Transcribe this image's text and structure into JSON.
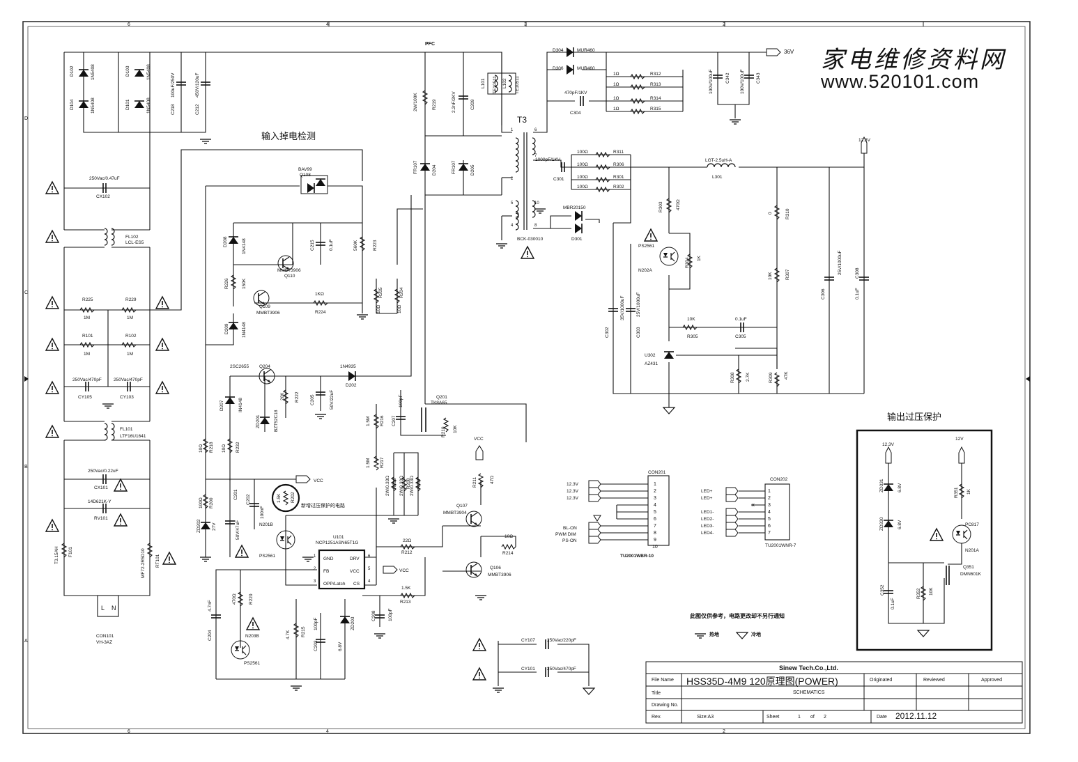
{
  "watermark": {
    "title": "家电维修资料网",
    "url": "www.520101.com"
  },
  "grid": {
    "top_cols": [
      "6",
      "4",
      "3",
      "2"
    ],
    "bottom_cols": [
      "6",
      "4",
      "2"
    ],
    "left_rows": [
      "D",
      "C",
      "B",
      "A"
    ]
  },
  "headings": {
    "input_detect": "输入掉电检测",
    "ovp": "输出过压保护",
    "ovp_note": "新增过压保护的电路",
    "note": "此图仅供参考，电路更改却不另行通知",
    "gnd_hot": "热地",
    "gnd_cold": "冷地"
  },
  "nets": {
    "pfc": "PFC",
    "v36": "36V",
    "v123": "12.3V",
    "v12": "12V",
    "vcc": "VCC",
    "t3": "T3",
    "t3_part": "BCK-030010"
  },
  "labels": {
    "d102": "D102",
    "d102v": "1N5408",
    "d103": "D103",
    "d103v": "1N5408",
    "d104": "D104",
    "d104v": "1N5408",
    "d101": "D101",
    "d101v": "1N5408",
    "c218": "C218",
    "c218v": "100uF/250V",
    "c212": "C212",
    "c212v": "450V/120uF",
    "cx102v": "250Vac/0.47uF",
    "cx102": "CX102",
    "fl102": "FL102",
    "fl102v": "LCL-ES5",
    "r225": "R225",
    "r225v": "1M",
    "r229": "R229",
    "r229v": "1M",
    "r101": "R101",
    "r101v": "1M",
    "r102": "R102",
    "r102v": "1M",
    "cy105v": "250Vac/470pF",
    "cy105": "CY105",
    "cy103v": "250Vac/470pF",
    "cy103": "CY103",
    "fl101": "FL101",
    "fl101v": "LTF16U1641",
    "cx101v": "250Vac/0.22uF",
    "cx101": "CX101",
    "rv101v": "14D621K-Y",
    "rv101": "RV101",
    "f101v": "T3.15AH",
    "f101": "F101",
    "rt101v": "MF72-2R5D10",
    "rt101": "RT101",
    "con101": "CON101",
    "con101v": "VH-3AZ",
    "con101_l": "L",
    "con101_n": "N",
    "bav99": "BAV99",
    "q108": "Q108",
    "d208": "D208",
    "d208v": "1N4148",
    "q110v": "MMBT3906",
    "q110": "Q110",
    "c215": "C215",
    "c215v": "0.1uF",
    "r223v": "560K",
    "r223": "R223",
    "r226": "R226",
    "r226v": "150K",
    "q109": "Q109",
    "q109v": "MMBT3906",
    "r224v": "1KΩ",
    "r224": "R224",
    "r205v": "10Ω",
    "r205": "R205",
    "r204v": "10Ω",
    "r204": "R204",
    "d209": "D209",
    "d209v": "1N4148",
    "q204v": "2SC2655",
    "q204": "Q204",
    "d207": "D207",
    "d207v": "IN4148",
    "r222": "R222",
    "r222v": "20K",
    "zd201": "ZD201",
    "zd201v": "BZT52C18",
    "c205": "C205",
    "c205v": "50V/22uF",
    "d202v": "1N4935",
    "d202": "D202",
    "r219": "R219",
    "r219v": "2W/100K",
    "c209": "C209",
    "c209v": "2.2nF/2KV",
    "l101": "L101",
    "l101v": "TE10511",
    "l102": "L102",
    "l102v": "TE10511",
    "d204": "D204",
    "d204v": "FR107",
    "d205": "D205",
    "d205v": "FR107",
    "c301v": "1000pF/1KV",
    "c301": "C301",
    "d304": "D304",
    "d304v": "MUR460",
    "d306": "D306",
    "d306v": "MUR460",
    "c304v": "470pF/1KV",
    "c304": "C304",
    "r312": "R312",
    "r313": "R313",
    "r314": "R314",
    "r315": "R315",
    "r_1ohm": "1Ω",
    "c342": "C342",
    "c342v": "100V/100uF",
    "c343": "C343",
    "c343v": "100V/100uF",
    "r311": "R311",
    "r306": "R306",
    "r301": "R301",
    "r302": "R302",
    "r_100ohm": "100Ω",
    "d301v": "MBR20150",
    "d301": "D301",
    "l301v": "LGT-2.5uH-A",
    "l301": "L301",
    "r303": "R303",
    "r303v": "470Ω",
    "ps2561": "PS2561",
    "n202a": "N202A",
    "r304": "R304",
    "r304v": "1K",
    "r310": "R310",
    "r310v": "0",
    "r307": "R307",
    "r307v": "10K",
    "c306": "C306",
    "c306v": "25V/1000uF",
    "c308": "C308",
    "c308v": "0.1uF",
    "c302": "C302",
    "c302v": "35V/1000uF",
    "c303": "C303",
    "c303v": "25V/1000uF",
    "r305v": "10K",
    "r305": "R305",
    "c305v": "0.1uF",
    "c305": "C305",
    "u302": "U302",
    "u302v": "AZ431",
    "r308": "R308",
    "r308v": "2.7K",
    "r309": "R309",
    "r309v": "47K",
    "q201": "Q201",
    "q201v": "TK8A65",
    "r216": "R216",
    "r216v": "1.5M",
    "r217": "R217",
    "r217v": "1.5M",
    "c207": "C207",
    "c207v": "100pF",
    "r210": "R210",
    "r210v": "10K",
    "r218": "R218",
    "r218v": "10Ω",
    "r232": "R232",
    "r232v": "10Ω",
    "r206": "R206",
    "r206v": "2W/0.33Ω",
    "r208": "R208",
    "r208v": "2W/0.33Ω",
    "r207": "R207",
    "r207v": "2W/0.33Ω",
    "r211": "R211",
    "r211v": "47Ω",
    "q107": "Q107",
    "q107v": "MMBT3904",
    "q106": "Q106",
    "q106v": "MMBT3906",
    "r214v": "10Ω",
    "r214": "R214",
    "u101": "U101",
    "u101v": "NCP1251ASN65T1G",
    "pin_gnd": "GND",
    "pin_fb": "FB",
    "pin_opp": "OPP/Latch",
    "pin_drv": "DRV",
    "pin_vcc": "VCC",
    "pin_cs": "CS",
    "r212v": "22Ω",
    "r212": "R212",
    "r213v": "1.5K",
    "r213": "R213",
    "c208": "C208",
    "c208v": "100pF",
    "c201": "C201",
    "c201v": "50V/47uF",
    "c202": "C202",
    "c202v": "100nF",
    "r200": "R200",
    "r200v": "100Ω",
    "zd202": "ZD202",
    "zd202v": "27V",
    "r202v": "1.5K",
    "r202": "R202",
    "n201b": "N201B",
    "ps2561b": "PS2561",
    "c204": "C204",
    "c204v": "4.7nF",
    "r220": "R220",
    "r220v": "470Ω",
    "n203b": "N203B",
    "ps2561c": "PS2561",
    "r215": "R215",
    "r215v": "4.7K",
    "c203": "C203",
    "c203v": "100pF",
    "zd203": "ZD203",
    "zd203v": "6.8V",
    "cy107v": "250Vac/220pF",
    "cy107": "CY107",
    "cy101v": "250Vac/470pF",
    "cy101": "CY101",
    "con201": "CON201",
    "con201v": "TU2001WBR-10",
    "con202": "CON202",
    "con202v": "TU2001WNR-7",
    "bl_on": "BL-ON",
    "pwm_dim": "PWM DIM",
    "ps_on": "PS-ON",
    "zd331": "ZD331",
    "zd331v": "6.8V",
    "zd330": "ZD330",
    "zd330v": "6.8V",
    "r351": "R351",
    "r351v": "1K",
    "pc817": "PC817",
    "n201a": "N201A",
    "q351": "Q351",
    "q351v": "DMN601K",
    "r352": "R352",
    "r352v": "10K",
    "c352": "C352",
    "c352v": "0.1uF"
  },
  "con201_pins": [
    "1",
    "2",
    "3",
    "4",
    "5",
    "6",
    "7",
    "8",
    "9",
    "10"
  ],
  "con202_pins": [
    "1",
    "2",
    "3",
    "4",
    "5",
    "6",
    "7"
  ],
  "con202_nets": [
    "LED+",
    "LED+",
    "LED1-",
    "LED2-",
    "LED3-",
    "LED4-"
  ],
  "v123_list": [
    "12.3V",
    "12.3V",
    "12.3V"
  ],
  "title_block": {
    "company": "Sinew Tech.Co.,Ltd.",
    "file_name_label": "File Name",
    "file_name": "HSS35D-4M9   120原理图(POWER)",
    "originated": "Originated",
    "reviewed": "Reviewed",
    "approved": "Approved",
    "title_label": "Title",
    "title": "SCHEMATICS",
    "drawing_label": "Drawing No.",
    "rev_label": "Rev.",
    "size": "Size:A3",
    "sheet_label": "Sheet",
    "sheet": "1",
    "of_label": "of",
    "of": "2",
    "date_label": "Date",
    "date": "2012.11.12"
  }
}
